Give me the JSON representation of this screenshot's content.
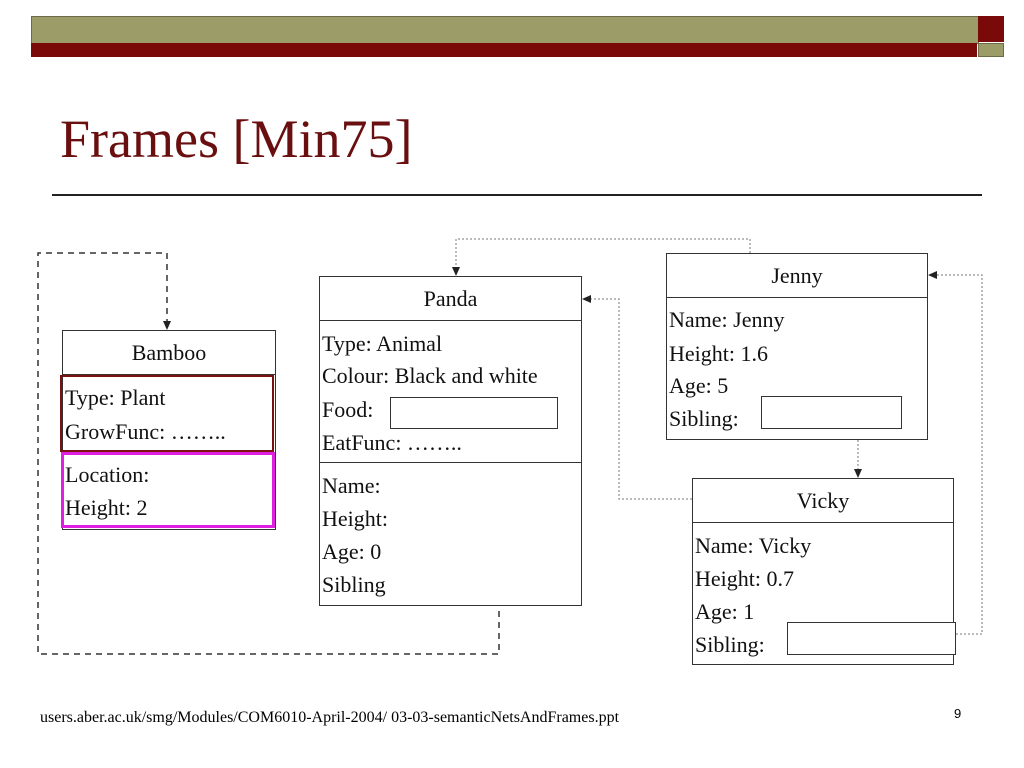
{
  "slide": {
    "title": "Frames [Min75]",
    "footer": "users.aber.ac.uk/smg/Modules/COM6010-April-2004/ 03-03-semanticNetsAndFrames.ppt",
    "page_number": "9"
  },
  "frames": {
    "bamboo": {
      "name": "Bamboo",
      "slots": [
        "Type: Plant",
        "GrowFunc: ……..",
        "Location:",
        "Height: 2"
      ]
    },
    "panda": {
      "name": "Panda",
      "slots": [
        "Type: Animal",
        "Colour: Black and white",
        "Food:",
        "EatFunc: ……..",
        "Name:",
        "Height:",
        "Age: 0",
        "Sibling"
      ]
    },
    "jenny": {
      "name": "Jenny",
      "slots": [
        "Name: Jenny",
        "Height: 1.6",
        "Age: 5",
        "Sibling:"
      ]
    },
    "vicky": {
      "name": "Vicky",
      "slots": [
        "Name: Vicky",
        "Height: 0.7",
        "Age: 1",
        "Sibling:"
      ]
    }
  },
  "colors": {
    "title": "#6a0f0f",
    "band_olive": "#9c9c68",
    "band_maroon": "#7a0a0a",
    "highlight_maroon": "#7a1010",
    "highlight_magenta": "#e020e0"
  }
}
